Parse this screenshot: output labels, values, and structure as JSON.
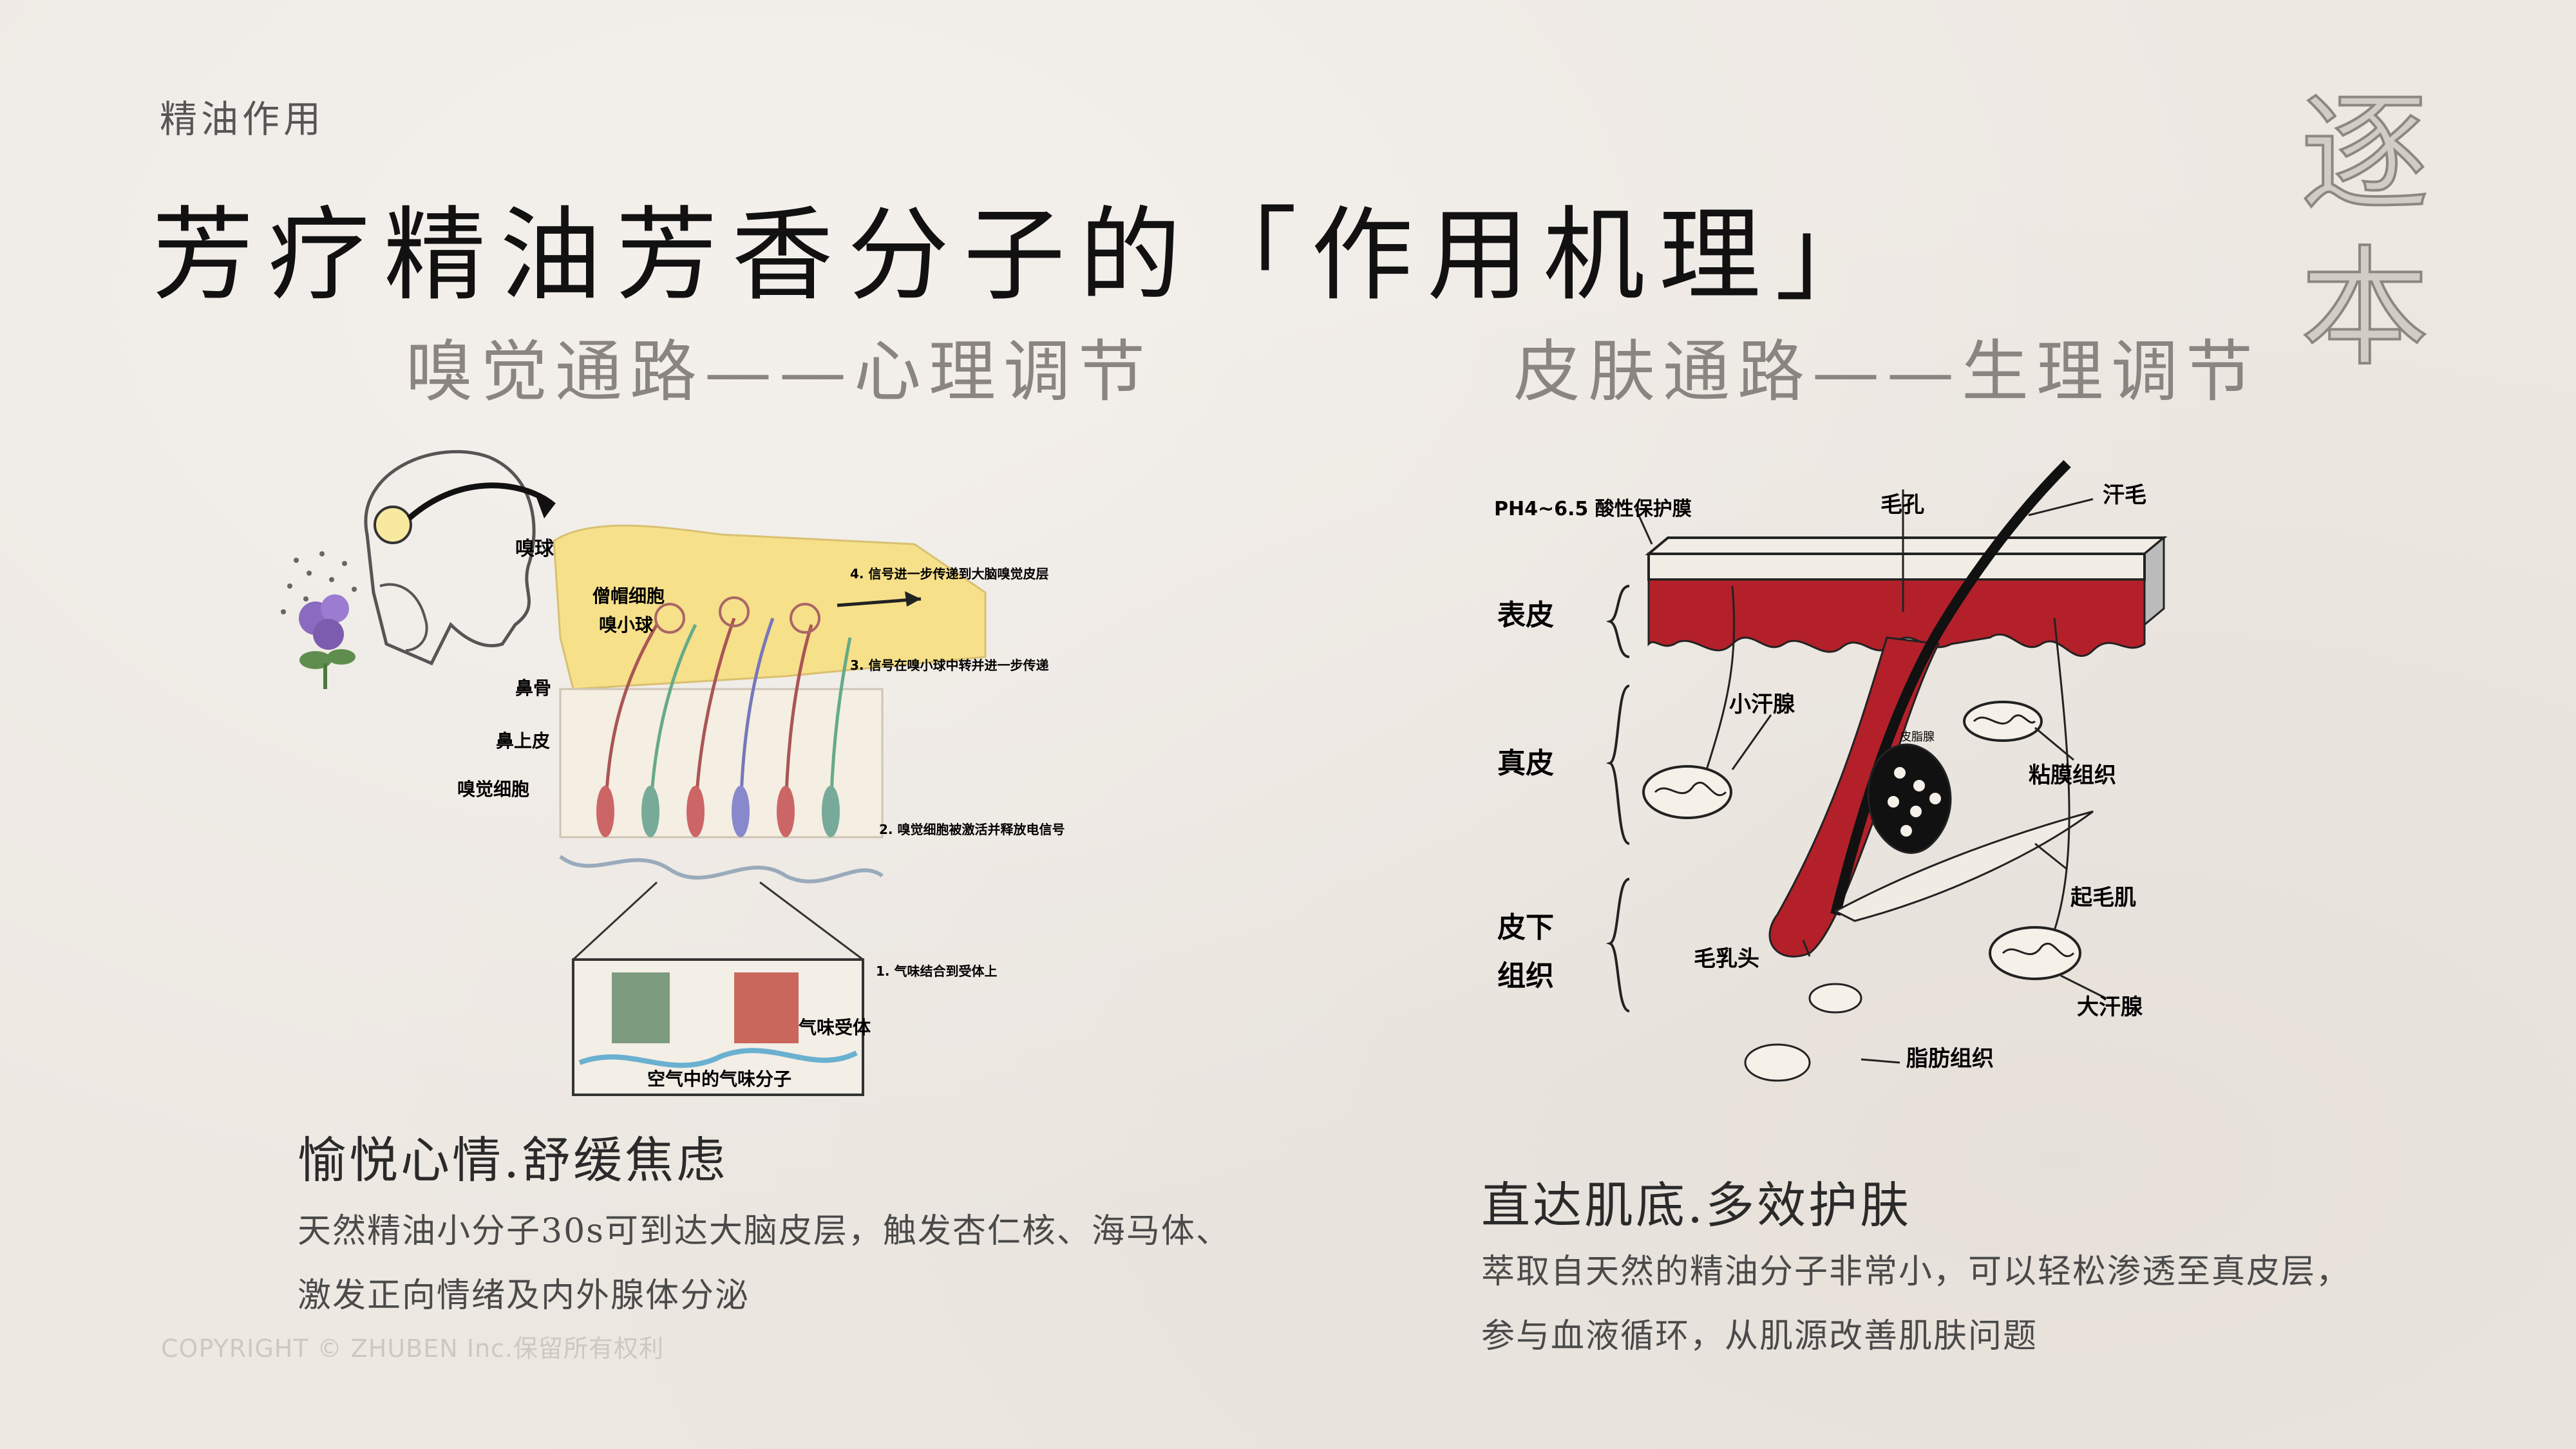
{
  "section_tag": "精油作用",
  "title": "芳疗精油芳香分子的「作用机理」",
  "brand": {
    "line1": "逐",
    "line2": "本"
  },
  "left": {
    "heading": "嗅觉通路——心理调节",
    "slogan": "愉悦心情.舒缓焦虑",
    "desc_line1": "天然精油小分子30s可到达大脑皮层，触发杏仁核、海马体、",
    "desc_line2": "激发正向情绪及内外腺体分泌",
    "labels": {
      "olfactory_bulb": "嗅球",
      "mitral_cell": "僧帽细胞",
      "glomerulus": "嗅小球",
      "nasal_bone": "鼻骨",
      "epithelium": "鼻上皮",
      "olfactory_cell": "嗅觉细胞",
      "step4": "4. 信号进一步传递到大脑嗅觉皮层",
      "step3": "3. 信号在嗅小球中转并进一步传递",
      "step2": "2. 嗅觉细胞被激活并释放电信号",
      "step1": "1. 气味结合到受体上",
      "receptor": "气味受体",
      "air_molecule": "空气中的气味分子"
    }
  },
  "right": {
    "heading": "皮肤通路——生理调节",
    "slogan": "直达肌底.多效护肤",
    "desc_line1": "萃取自天然的精油分子非常小，可以轻松渗透至真皮层，",
    "desc_line2": "参与血液循环，从肌源改善肌肤问题",
    "labels": {
      "ph_film": "PH4~6.5 酸性保护膜",
      "pore": "毛孔",
      "hair": "汗毛",
      "epidermis": "表皮",
      "dermis": "真皮",
      "subcutaneous_1": "皮下",
      "subcutaneous_2": "组织",
      "small_sweat": "小汗腺",
      "sebaceous": "皮脂腺",
      "mucous": "粘膜组织",
      "arrector": "起毛肌",
      "papilla": "毛乳头",
      "large_sweat": "大汗腺",
      "fat": "脂肪组织"
    }
  },
  "copyright": "COPYRIGHT © ZHUBEN Inc.保留所有权利",
  "colors": {
    "background": "#ede8e2",
    "skin_red": "#b3202a",
    "bulb_yellow": "#f6e08a"
  }
}
